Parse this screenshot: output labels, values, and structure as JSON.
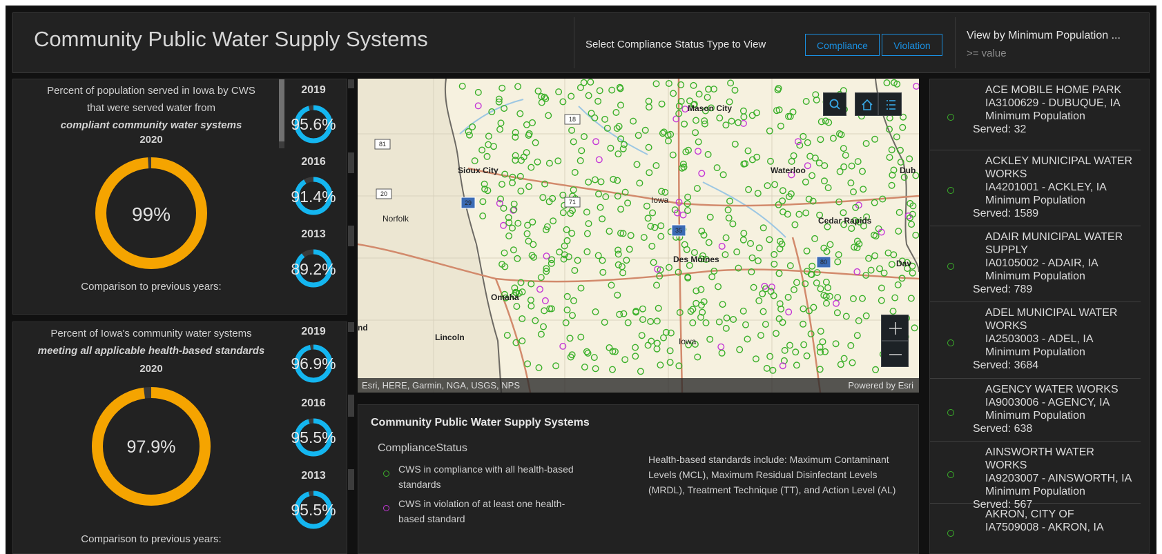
{
  "header": {
    "title": "Community Public Water Supply Systems",
    "select_label": "Select Compliance Status Type to View",
    "buttons": [
      {
        "label": "Compliance"
      },
      {
        "label": "Violation"
      }
    ],
    "population_filter_label": "View by Minimum Population ...",
    "population_filter_value": ">= value"
  },
  "population_panel": {
    "line1": "Percent of population served in Iowa by CWS",
    "line2": "that were served water from",
    "line3": "compliant community water systems",
    "year": "2020",
    "value_text": "99%",
    "value": 99,
    "footer": "Comparison to previous years:",
    "history": [
      {
        "year": "2019",
        "value_text": "95.6%",
        "value": 95.6
      },
      {
        "year": "2016",
        "value_text": "91.4%",
        "value": 91.4
      },
      {
        "year": "2013",
        "value_text": "89.2%",
        "value": 89.2
      }
    ]
  },
  "systems_panel": {
    "line1": "Percent of Iowa's community water systems",
    "line2": "meeting all applicable health-based standards",
    "year": "2020",
    "value_text": "97.9%",
    "value": 97.9,
    "footer": "Comparison to previous years:",
    "history": [
      {
        "year": "2019",
        "value_text": "96.9%",
        "value": 96.9
      },
      {
        "year": "2016",
        "value_text": "95.5%",
        "value": 95.5
      },
      {
        "year": "2013",
        "value_text": "95.5%",
        "value": 95.5
      }
    ]
  },
  "map": {
    "attribution": "Esri, HERE, Garmin, NGA, USGS, NPS",
    "powered_by": "Powered by Esri",
    "cities": [
      "Sioux City",
      "Mason City",
      "Waterloo",
      "Norfolk",
      "Cedar Rapids",
      "Des Moines",
      "Omaha",
      "Lincoln",
      "Iowa",
      "Dav",
      "Dub",
      "nd",
      "Iowa"
    ],
    "highway_shields": [
      "18",
      "81",
      "20",
      "71",
      "29",
      "35",
      "80"
    ],
    "colors": {
      "compliance": "#3bb02a",
      "violation": "#c437d6",
      "accent": "#1a8fe0"
    }
  },
  "legend": {
    "title": "Community Public Water Supply Systems",
    "field": "ComplianceStatus",
    "items": [
      {
        "line1": "CWS in compliance with all health-based",
        "line2": "standards"
      },
      {
        "line1": "CWS in violation of at least one health-",
        "line2": "based standard"
      }
    ],
    "note": "Health-based standards include: Maximum Contaminant Levels (MCL), Maximum Residual Disinfectant Levels (MRDL), Treatment Technique (TT), and Action Level (AL)"
  },
  "systems": [
    {
      "name": "ACE MOBILE HOME PARK",
      "id_line": "IA3100629 - DUBUQUE, IA",
      "pop_label": "Minimum Population",
      "served": "Served: 32"
    },
    {
      "name": "ACKLEY MUNICIPAL WATER WORKS",
      "id_line": "IA4201001 - ACKLEY, IA",
      "pop_label": "Minimum Population",
      "served": "Served: 1589"
    },
    {
      "name": "ADAIR MUNICIPAL WATER SUPPLY",
      "id_line": "IA0105002 - ADAIR, IA",
      "pop_label": "Minimum Population",
      "served": "Served: 789"
    },
    {
      "name": "ADEL MUNICIPAL WATER WORKS",
      "id_line": "IA2503003 - ADEL, IA",
      "pop_label": "Minimum Population",
      "served": "Served: 3684"
    },
    {
      "name": "AGENCY WATER WORKS",
      "id_line": "IA9003006 - AGENCY, IA",
      "pop_label": "Minimum Population",
      "served": "Served: 638"
    },
    {
      "name": "AINSWORTH WATER WORKS",
      "id_line": "IA9203007 - AINSWORTH, IA",
      "pop_label": "Minimum Population",
      "served": "Served: 567"
    },
    {
      "name": "AKRON, CITY OF",
      "id_line": "IA7509008 - AKRON, IA",
      "pop_label": "",
      "served": ""
    }
  ]
}
